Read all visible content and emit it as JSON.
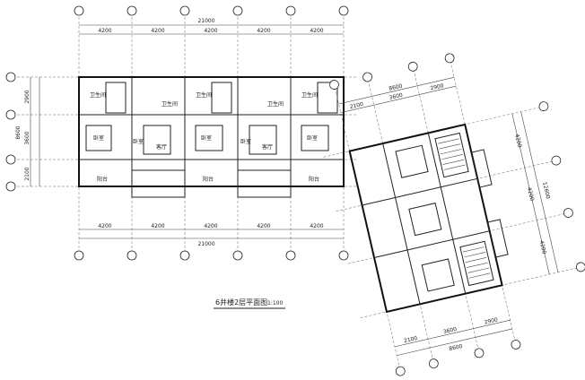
{
  "title": "6井楼2层平面图",
  "scale": "1:100",
  "left_wing": {
    "total_dim_top": "21000",
    "total_dim_bottom": "21000",
    "bay_dims_top": [
      "4200",
      "4200",
      "4200",
      "4200",
      "4200"
    ],
    "bay_dims_bottom": [
      "4200",
      "4200",
      "4200",
      "4200",
      "4200"
    ],
    "side_dims": [
      "2900",
      "8600",
      "3600",
      "2100"
    ],
    "room_labels": [
      "卫生间",
      "卫生间",
      "卫生间",
      "卫生间",
      "卫生间",
      "卧室",
      "卧室",
      "卧室",
      "卧室",
      "卧室",
      "客厅",
      "客厅",
      "阳台",
      "阳台",
      "阳台"
    ]
  },
  "right_wing": {
    "top_dims": [
      "8600",
      "2100",
      "3600",
      "2900"
    ],
    "bottom_dims": [
      "2100",
      "3600",
      "2900",
      "8600"
    ],
    "right_dims": [
      "4200",
      "12600",
      "4200",
      "4200"
    ]
  }
}
